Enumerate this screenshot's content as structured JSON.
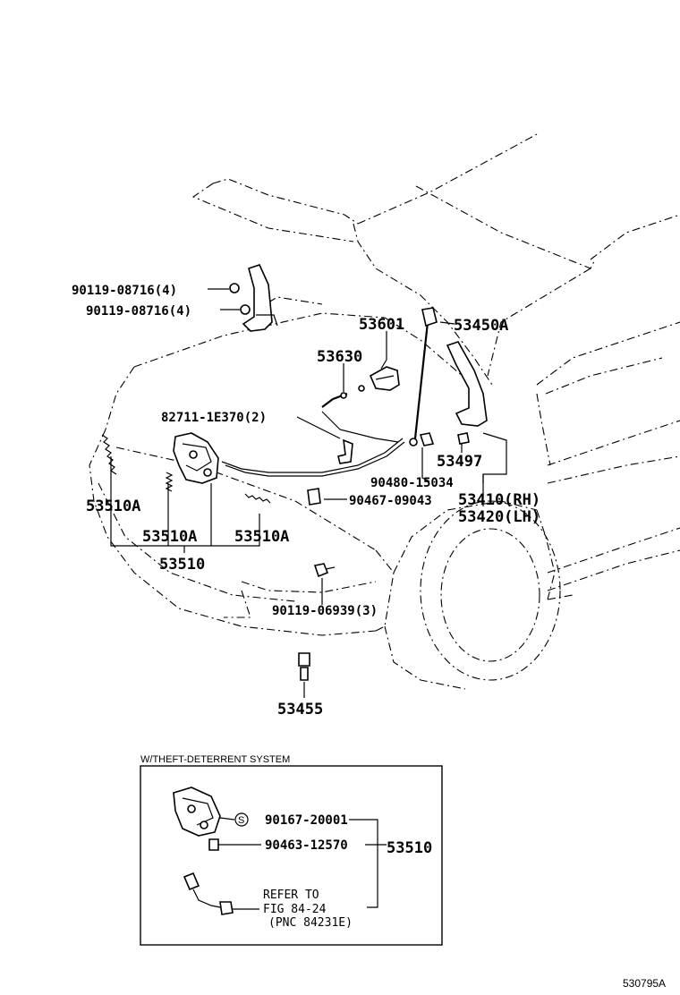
{
  "labels": {
    "bolt_upper": "90119-08716(4)",
    "bolt_lower": "90119-08716(4)",
    "p53601": "53601",
    "p53450a": "53450A",
    "p53630": "53630",
    "clip": "82711-1E370(2)",
    "p53497": "53497",
    "p90480": "90480-15034",
    "p90467": "90467-09043",
    "hinge_rh": "53410(RH)",
    "hinge_lh": "53420(LH)",
    "spring_left": "53510A",
    "spring_mid": "53510A",
    "spring_right": "53510A",
    "lock_assy": "53510",
    "bolt_front": "90119-06939(3)",
    "cushion": "53455"
  },
  "inset": {
    "title": "W/THEFT-DETERRENT SYSTEM",
    "screw": "90167-20001",
    "screw_marker": "S",
    "bolt": "90463-12570",
    "assy": "53510",
    "refer_line1": "REFER TO",
    "refer_line2": "FIG 84-24",
    "refer_line3": "(PNC 84231E)"
  },
  "figure_id": "530795A"
}
